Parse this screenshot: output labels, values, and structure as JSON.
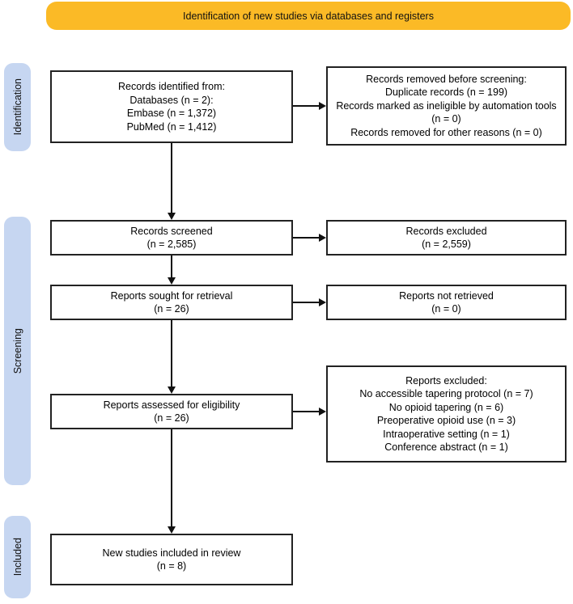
{
  "banner": {
    "label": "Identification of new studies via databases and registers",
    "color": "#FBBA26"
  },
  "stages": {
    "identification": "Identification",
    "screening": "Screening",
    "included": "Included"
  },
  "boxes": {
    "records_identified": "Records identified from:\nDatabases (n = 2):\nEmbase (n = 1,372)\nPubMed (n = 1,412)",
    "records_removed": "Records removed before screening:\nDuplicate records (n = 199)\nRecords marked as ineligible by automation tools (n = 0)\nRecords removed for other reasons (n = 0)",
    "records_screened": "Records screened\n(n = 2,585)",
    "records_excluded": "Records excluded\n(n = 2,559)",
    "reports_sought": "Reports sought for retrieval\n(n = 26)",
    "reports_not_retrieved": "Reports not retrieved\n(n = 0)",
    "reports_assessed": "Reports assessed for eligibility\n(n = 26)",
    "reports_excluded": "Reports excluded:\nNo accessible tapering protocol (n = 7)\nNo opioid tapering (n = 6)\nPreoperative opioid use (n = 3)\nIntraoperative setting (n = 1)\nConference abstract (n = 1)",
    "new_studies_included": "New studies included in review\n(n = 8)"
  },
  "colors": {
    "banner_background": "#FBBA26",
    "stage_label_background": "#C6D6F1",
    "box_border": "#222222",
    "arrow": "#111111"
  }
}
